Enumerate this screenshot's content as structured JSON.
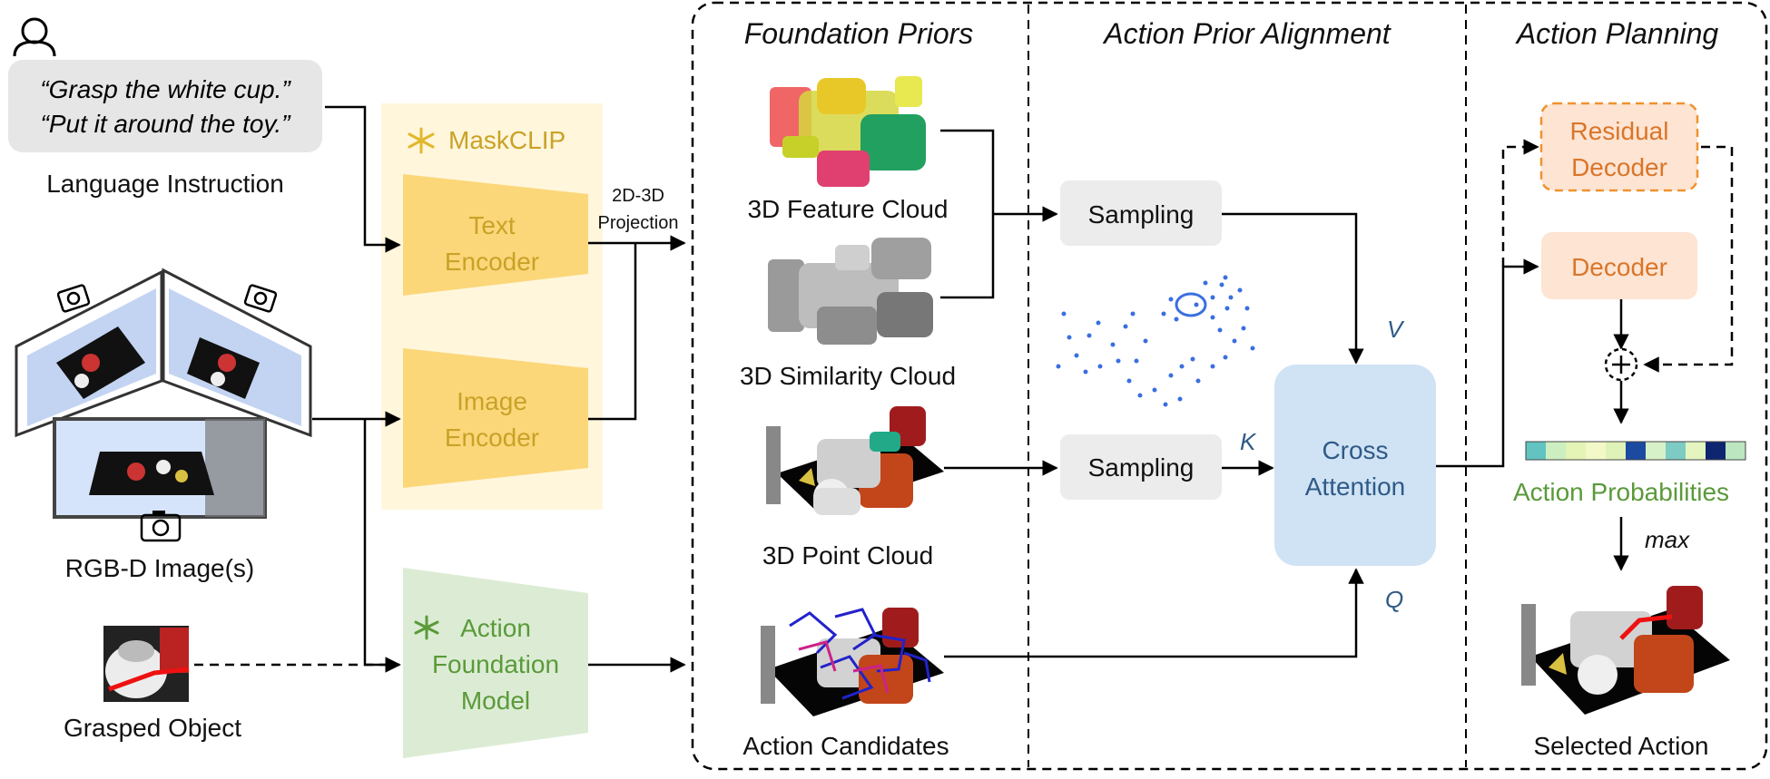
{
  "instruction": {
    "line1": "“Grasp the white cup.”",
    "line2": "“Put it around the toy.”",
    "caption": "Language Instruction"
  },
  "inputs": {
    "rgbd_caption": "RGB-D Image(s)",
    "grasped_caption": "Grasped Object"
  },
  "encoders": {
    "maskclip_title": "MaskCLIP",
    "text_encoder": [
      "Text",
      "Encoder"
    ],
    "image_encoder": [
      "Image",
      "Encoder"
    ],
    "projection": [
      "2D-3D",
      "Projection"
    ],
    "action_foundation": [
      "Action",
      "Foundation",
      "Model"
    ]
  },
  "sections": {
    "foundation_priors": "Foundation Priors",
    "alignment": "Action Prior Alignment",
    "planning": "Action Planning"
  },
  "priors": {
    "feature_cloud": "3D Feature Cloud",
    "similarity_cloud": "3D Similarity Cloud",
    "point_cloud": "3D Point Cloud",
    "action_candidates": "Action Candidates"
  },
  "alignment": {
    "sampling_top": "Sampling",
    "sampling_bottom": "Sampling",
    "cross_attention": [
      "Cross",
      "Attention"
    ],
    "v": "V",
    "k": "K",
    "q": "Q"
  },
  "planning": {
    "residual_decoder": [
      "Residual",
      "Decoder"
    ],
    "decoder": "Decoder",
    "action_probabilities": "Action Probabilities",
    "max": "max",
    "selected_action": "Selected Action"
  },
  "colors": {
    "maskclip": "#C9A227",
    "action_model": "#5A9A3A",
    "decoder": "#D9762A",
    "cross_attention": "#2F5A87"
  }
}
